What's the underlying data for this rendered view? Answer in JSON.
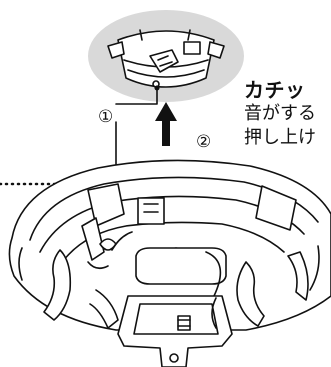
{
  "labels": {
    "part_marker": "①",
    "step_marker": "②"
  },
  "callout": {
    "bold": "カチッ",
    "line1": "音がする",
    "line2": "押し上け"
  },
  "colors": {
    "ceiling_halo": "#d9d9d9",
    "line": "#111111",
    "arrow": "#111111"
  },
  "icons": {
    "arrow": "up-arrow-icon"
  }
}
